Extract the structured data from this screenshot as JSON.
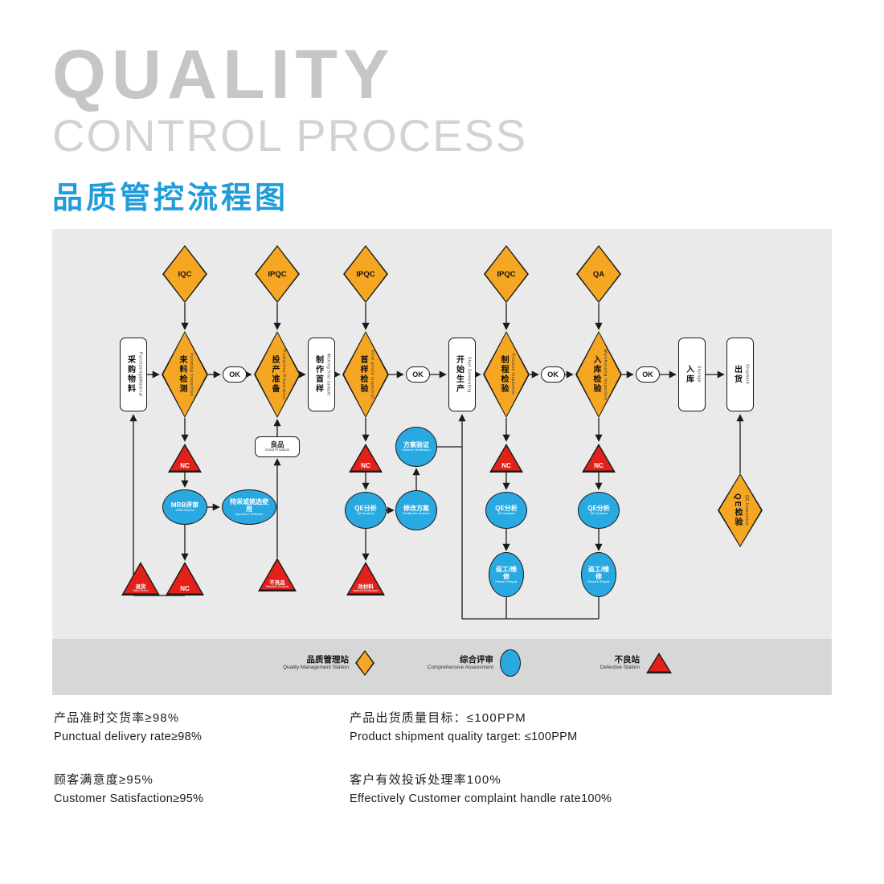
{
  "header": {
    "title_line1": "QUALITY",
    "title_line2": "CONTROL PROCESS",
    "title_cn": "品质管控流程图"
  },
  "flow": {
    "top_checks": [
      {
        "label": "IQC"
      },
      {
        "label": "IPQC"
      },
      {
        "label": "IPQC"
      },
      {
        "label": "IPQC"
      },
      {
        "label": "QA"
      }
    ],
    "ok_label": "OK",
    "nc_label": "NC",
    "purchasing": {
      "cn": "采购物料",
      "en": "Purchasing&Material"
    },
    "incoming": {
      "cn": "来料检测",
      "en": "Incoming Inspection"
    },
    "production_prep": {
      "cn": "投产准备",
      "en": "Production Preparation"
    },
    "making_sample": {
      "cn": "制作首样",
      "en": "Making first sample"
    },
    "first_article": {
      "cn": "首样检验",
      "en": "First article inspection"
    },
    "start_production": {
      "cn": "开始生产",
      "en": "Start Generating"
    },
    "process_inspection": {
      "cn": "制程检验",
      "en": "Process Inspection"
    },
    "warehousing_inspection": {
      "cn": "入库检验",
      "en": "Warehousing Inspection"
    },
    "storage": {
      "cn": "入库",
      "en": "Storage"
    },
    "shipment": {
      "cn": "出货",
      "en": "Shipment"
    },
    "mrb": {
      "cn": "MRB评审",
      "en": "MRB Review"
    },
    "special": {
      "cn": "特采或挑选使用",
      "en": "Special or Selected"
    },
    "good_products": {
      "cn": "良品",
      "en": "Good Products"
    },
    "qe_analysis": {
      "cn": "QE分析",
      "en": "QE Analysis"
    },
    "scheme_verification": {
      "cn": "方案验证",
      "en": "Scheme Verification"
    },
    "modify_scheme": {
      "cn": "修改方案",
      "en": "Modify the scheme"
    },
    "rework": {
      "cn": "返工/维修",
      "en": "Rework /Repair"
    },
    "sales_return": {
      "cn": "退货",
      "en": "Sales Return"
    },
    "defective_products": {
      "cn": "不良品",
      "en": "Defective Products"
    },
    "change_material": {
      "cn": "改材料",
      "en": "Material Modification"
    },
    "qe_inspection": {
      "cn": "QE检验",
      "en": "QE Inspection"
    }
  },
  "legend": {
    "items": [
      {
        "cn": "品质管理站",
        "en": "Quality Management Station",
        "shape": "diamond"
      },
      {
        "cn": "综合评审",
        "en": "Comprehensive Assessment",
        "shape": "ellipse"
      },
      {
        "cn": "不良站",
        "en": "Defective Station",
        "shape": "triangle"
      }
    ]
  },
  "stats": {
    "left": [
      {
        "cn": "产品准时交货率≥98%",
        "en": "Punctual delivery rate≥98%"
      },
      {
        "cn": "顾客满意度≥95%",
        "en": "Customer Satisfaction≥95%"
      }
    ],
    "right": [
      {
        "cn": "产品出货质量目标：≤100PPM",
        "en": "Product shipment quality target: ≤100PPM"
      },
      {
        "cn": "客户有效投诉处理率100%",
        "en": "Effectively Customer complaint handle rate100%"
      }
    ]
  },
  "colors": {
    "accent_blue": "#1f9cd9",
    "diamond_orange": "#f5a623",
    "node_blue": "#29a9e1",
    "alert_red": "#e32119",
    "canvas_gray": "#eaeaea",
    "legend_gray": "#d7d7d7"
  }
}
